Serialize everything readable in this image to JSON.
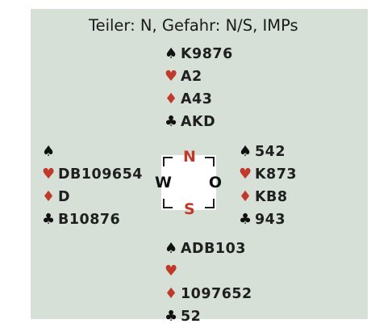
{
  "header": "Teiler: N, Gefahr: N/S, IMPs",
  "colors": {
    "red": "#c0392b",
    "black": "#111111",
    "background": "#d6e0d7"
  },
  "suit_symbols": {
    "spades": "♠",
    "hearts": "♥",
    "diamonds": "♦",
    "clubs": "♣"
  },
  "north": {
    "spades": "K9876",
    "hearts": "A2",
    "diamonds": "A43",
    "clubs": "AKD"
  },
  "west": {
    "spades": "",
    "hearts": "DB109654",
    "diamonds": "D",
    "clubs": "B10876"
  },
  "east": {
    "spades": "542",
    "hearts": "K873",
    "diamonds": "KB8",
    "clubs": "943"
  },
  "south": {
    "spades": "ADB103",
    "hearts": "",
    "diamonds": "1097652",
    "clubs": "52"
  },
  "compass": {
    "n": "N",
    "s": "S",
    "w": "W",
    "o": "O"
  }
}
